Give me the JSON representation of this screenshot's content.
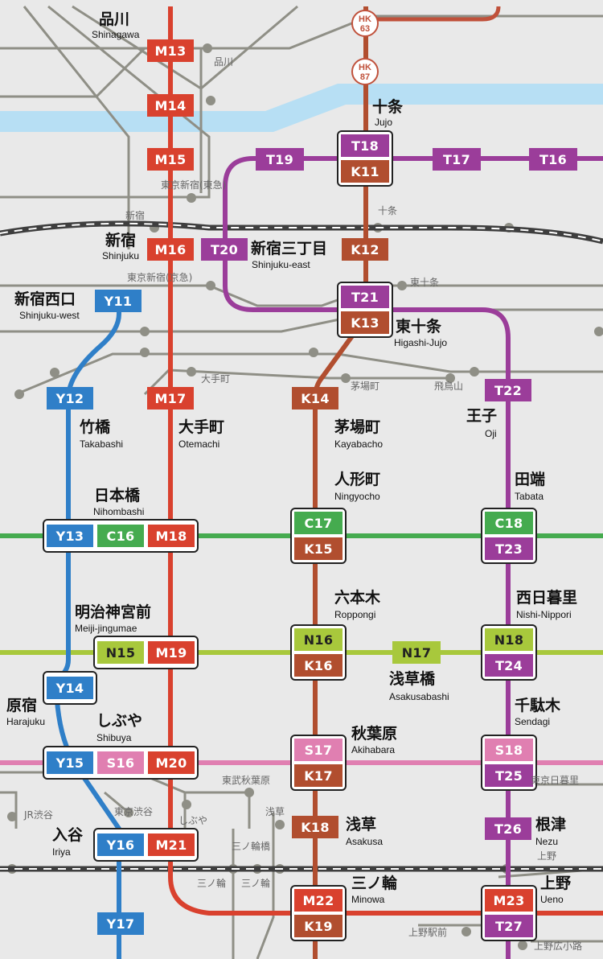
{
  "line_colors": {
    "M": "#d9412e",
    "T": "#9b3d9a",
    "K": "#b14e2f",
    "Y": "#2f7fc8",
    "C": "#45ab4f",
    "N": "#a8c83c",
    "S": "#e07fb1",
    "JR": "#3e3e3e",
    "other": "#8f8f86",
    "river": "#b7dff4"
  },
  "stations": {
    "shinagawa": {
      "jp": "品川",
      "en": "Shinagawa",
      "codes": [
        "M13"
      ]
    },
    "m14": {
      "codes": [
        "M14"
      ]
    },
    "m15": {
      "codes": [
        "M15"
      ]
    },
    "shinjuku": {
      "jp": "新宿",
      "en": "Shinjuku",
      "codes": [
        "M16"
      ]
    },
    "jujo": {
      "jp": "十条",
      "en": "Jujo",
      "codes": [
        "T18",
        "K11"
      ]
    },
    "t19": {
      "codes": [
        "T19"
      ]
    },
    "t17": {
      "codes": [
        "T17"
      ]
    },
    "t16": {
      "codes": [
        "T16"
      ]
    },
    "shinjuku_east": {
      "jp": "新宿三丁目",
      "en": "Shinjuku-east",
      "codes": [
        "T20"
      ]
    },
    "k12": {
      "codes": [
        "K12"
      ]
    },
    "higashi_jujo": {
      "jp": "東十条",
      "en": "Higashi-Jujo",
      "codes": [
        "T21",
        "K13"
      ]
    },
    "shinjuku_west": {
      "jp": "新宿西口",
      "en": "Shinjuku-west",
      "codes": [
        "Y11"
      ]
    },
    "y12": {
      "codes": [
        "Y12"
      ]
    },
    "m17": {
      "codes": [
        "M17"
      ]
    },
    "k14": {
      "codes": [
        "K14"
      ]
    },
    "oji": {
      "jp": "王子",
      "en": "Oji",
      "codes": [
        "T22"
      ]
    },
    "takabashi": {
      "jp": "竹橋",
      "en": "Takabashi"
    },
    "otemachi": {
      "jp": "大手町",
      "en": "Otemachi"
    },
    "kayabacho": {
      "jp": "茅場町",
      "en": "Kayabacho"
    },
    "ningyocho": {
      "jp": "人形町",
      "en": "Ningyocho"
    },
    "tabata": {
      "jp": "田端",
      "en": "Tabata"
    },
    "nihombashi": {
      "jp": "日本橋",
      "en": "Nihombashi",
      "codes": [
        "Y13",
        "C16",
        "M18"
      ]
    },
    "k15": {
      "codes": [
        "C17",
        "K15"
      ]
    },
    "t23": {
      "codes": [
        "C18",
        "T23"
      ]
    },
    "roppongi": {
      "jp": "六本木",
      "en": "Roppongi",
      "codes": [
        "N16",
        "K16"
      ]
    },
    "nishi_nippori": {
      "jp": "西日暮里",
      "en": "Nishi-Nippori",
      "codes": [
        "N18",
        "T24"
      ]
    },
    "meiji": {
      "jp": "明治神宮前",
      "en": "Meiji-jingumae",
      "codes": [
        "N15",
        "M19"
      ]
    },
    "asakusabashi": {
      "jp": "浅草橋",
      "en": "Asakusabashi",
      "codes": [
        "N17"
      ]
    },
    "harajuku": {
      "jp": "原宿",
      "en": "Harajuku",
      "codes": [
        "Y14"
      ]
    },
    "sendagi": {
      "jp": "千駄木",
      "en": "Sendagi"
    },
    "shibuya": {
      "jp": "しぶや",
      "en": "Shibuya",
      "codes": [
        "Y15",
        "S16",
        "M20"
      ]
    },
    "akihabara": {
      "jp": "秋葉原",
      "en": "Akihabara",
      "codes": [
        "S17",
        "K17"
      ]
    },
    "t25": {
      "codes": [
        "S18",
        "T25"
      ]
    },
    "iriya": {
      "jp": "入谷",
      "en": "Iriya",
      "codes": [
        "Y16",
        "M21"
      ]
    },
    "asakusa": {
      "jp": "浅草",
      "en": "Asakusa",
      "codes": [
        "K18"
      ]
    },
    "nezu": {
      "jp": "根津",
      "en": "Nezu",
      "codes": [
        "T26"
      ]
    },
    "minowa": {
      "jp": "三ノ輪",
      "en": "Minowa",
      "codes": [
        "M22",
        "K19"
      ]
    },
    "ueno": {
      "jp": "上野",
      "en": "Ueno",
      "codes": [
        "M23",
        "T27"
      ]
    },
    "y17": {
      "codes": [
        "Y17"
      ]
    }
  },
  "hk_badges": [
    {
      "line1": "HK",
      "line2": "63"
    },
    {
      "line1": "HK",
      "line2": "87"
    }
  ],
  "minor_labels": {
    "shinagawa_small": "品川",
    "tokyo_shinjuku_tokyu": "東京新宿(東急)",
    "shinjuku_small": "新宿",
    "jujo_small": "十条",
    "tokyo_shinjuku_keikyu": "東京新宿(京急)",
    "higashi_jujo_small": "東十条",
    "otemachi_small": "大手町",
    "kayabacho_small": "茅場町",
    "asukayama": "飛鳥山",
    "tobu_akihabara": "東武秋葉原",
    "tokyo_nippori": "東京日暮里",
    "jr_shibuya": "JR渋谷",
    "tokyo_shibuya": "東京渋谷",
    "shibuya_small": "しぶや",
    "asakusa_small": "浅草",
    "minowabashi": "三ノ輪橋",
    "ueno_small": "上野",
    "minowa_small_1": "三ノ輪",
    "minowa_small_2": "三ノ輪",
    "ueno_ekimae": "上野駅前",
    "ueno_hirokoji": "上野広小路"
  }
}
